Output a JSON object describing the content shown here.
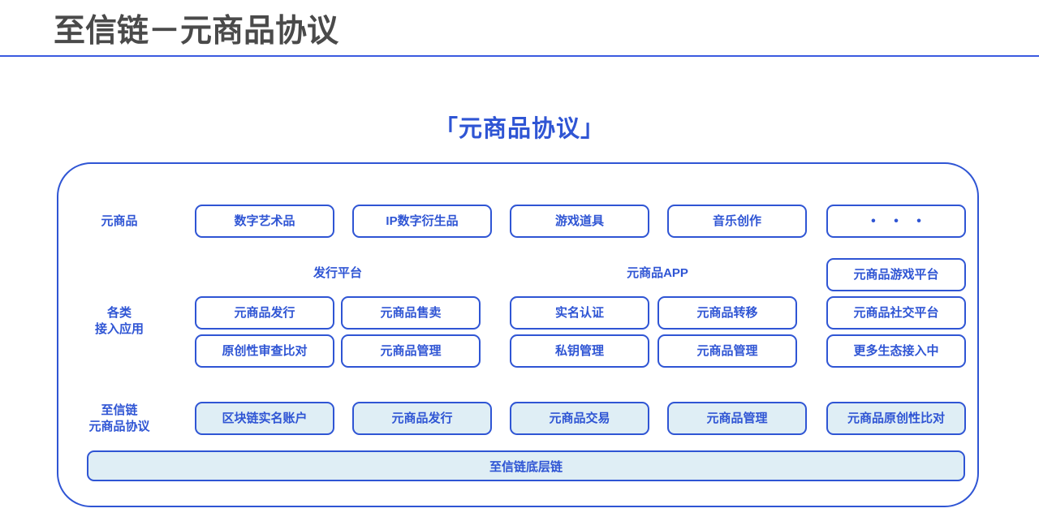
{
  "header": {
    "title": "至信链－元商品协议"
  },
  "subtitle": "「元商品协议」",
  "colors": {
    "accent_blue": "#2f55d4",
    "header_rule": "#3b5ae0",
    "title_gray": "#4a4a4a",
    "filled_box_bg": "#dfeef5",
    "page_bg": "#ffffff"
  },
  "diagram": {
    "row_labels": {
      "row1": "元商品",
      "row2_line1": "各类",
      "row2_line2": "接入应用",
      "row3_line1": "至信链",
      "row3_line2": "元商品协议"
    },
    "group_headers": {
      "publish_platform": "发行平台",
      "goods_app": "元商品APP"
    },
    "row1_boxes": [
      {
        "label": "数字艺术品"
      },
      {
        "label": "IP数字衍生品"
      },
      {
        "label": "游戏道具"
      },
      {
        "label": "音乐创作"
      },
      {
        "label": "• • •"
      }
    ],
    "row2_publish": [
      {
        "label": "元商品发行"
      },
      {
        "label": "元商品售卖"
      },
      {
        "label": "原创性审查比对"
      },
      {
        "label": "元商品管理"
      }
    ],
    "row2_app": [
      {
        "label": "实名认证"
      },
      {
        "label": "元商品转移"
      },
      {
        "label": "私钥管理"
      },
      {
        "label": "元商品管理"
      }
    ],
    "row2_right": [
      {
        "label": "元商品游戏平台"
      },
      {
        "label": "元商品社交平台"
      },
      {
        "label": "更多生态接入中"
      }
    ],
    "row3_boxes": [
      {
        "label": "区块链实名账户"
      },
      {
        "label": "元商品发行"
      },
      {
        "label": "元商品交易"
      },
      {
        "label": "元商品管理"
      },
      {
        "label": "元商品原创性比对"
      }
    ],
    "bottom_bar": "至信链底层链"
  }
}
